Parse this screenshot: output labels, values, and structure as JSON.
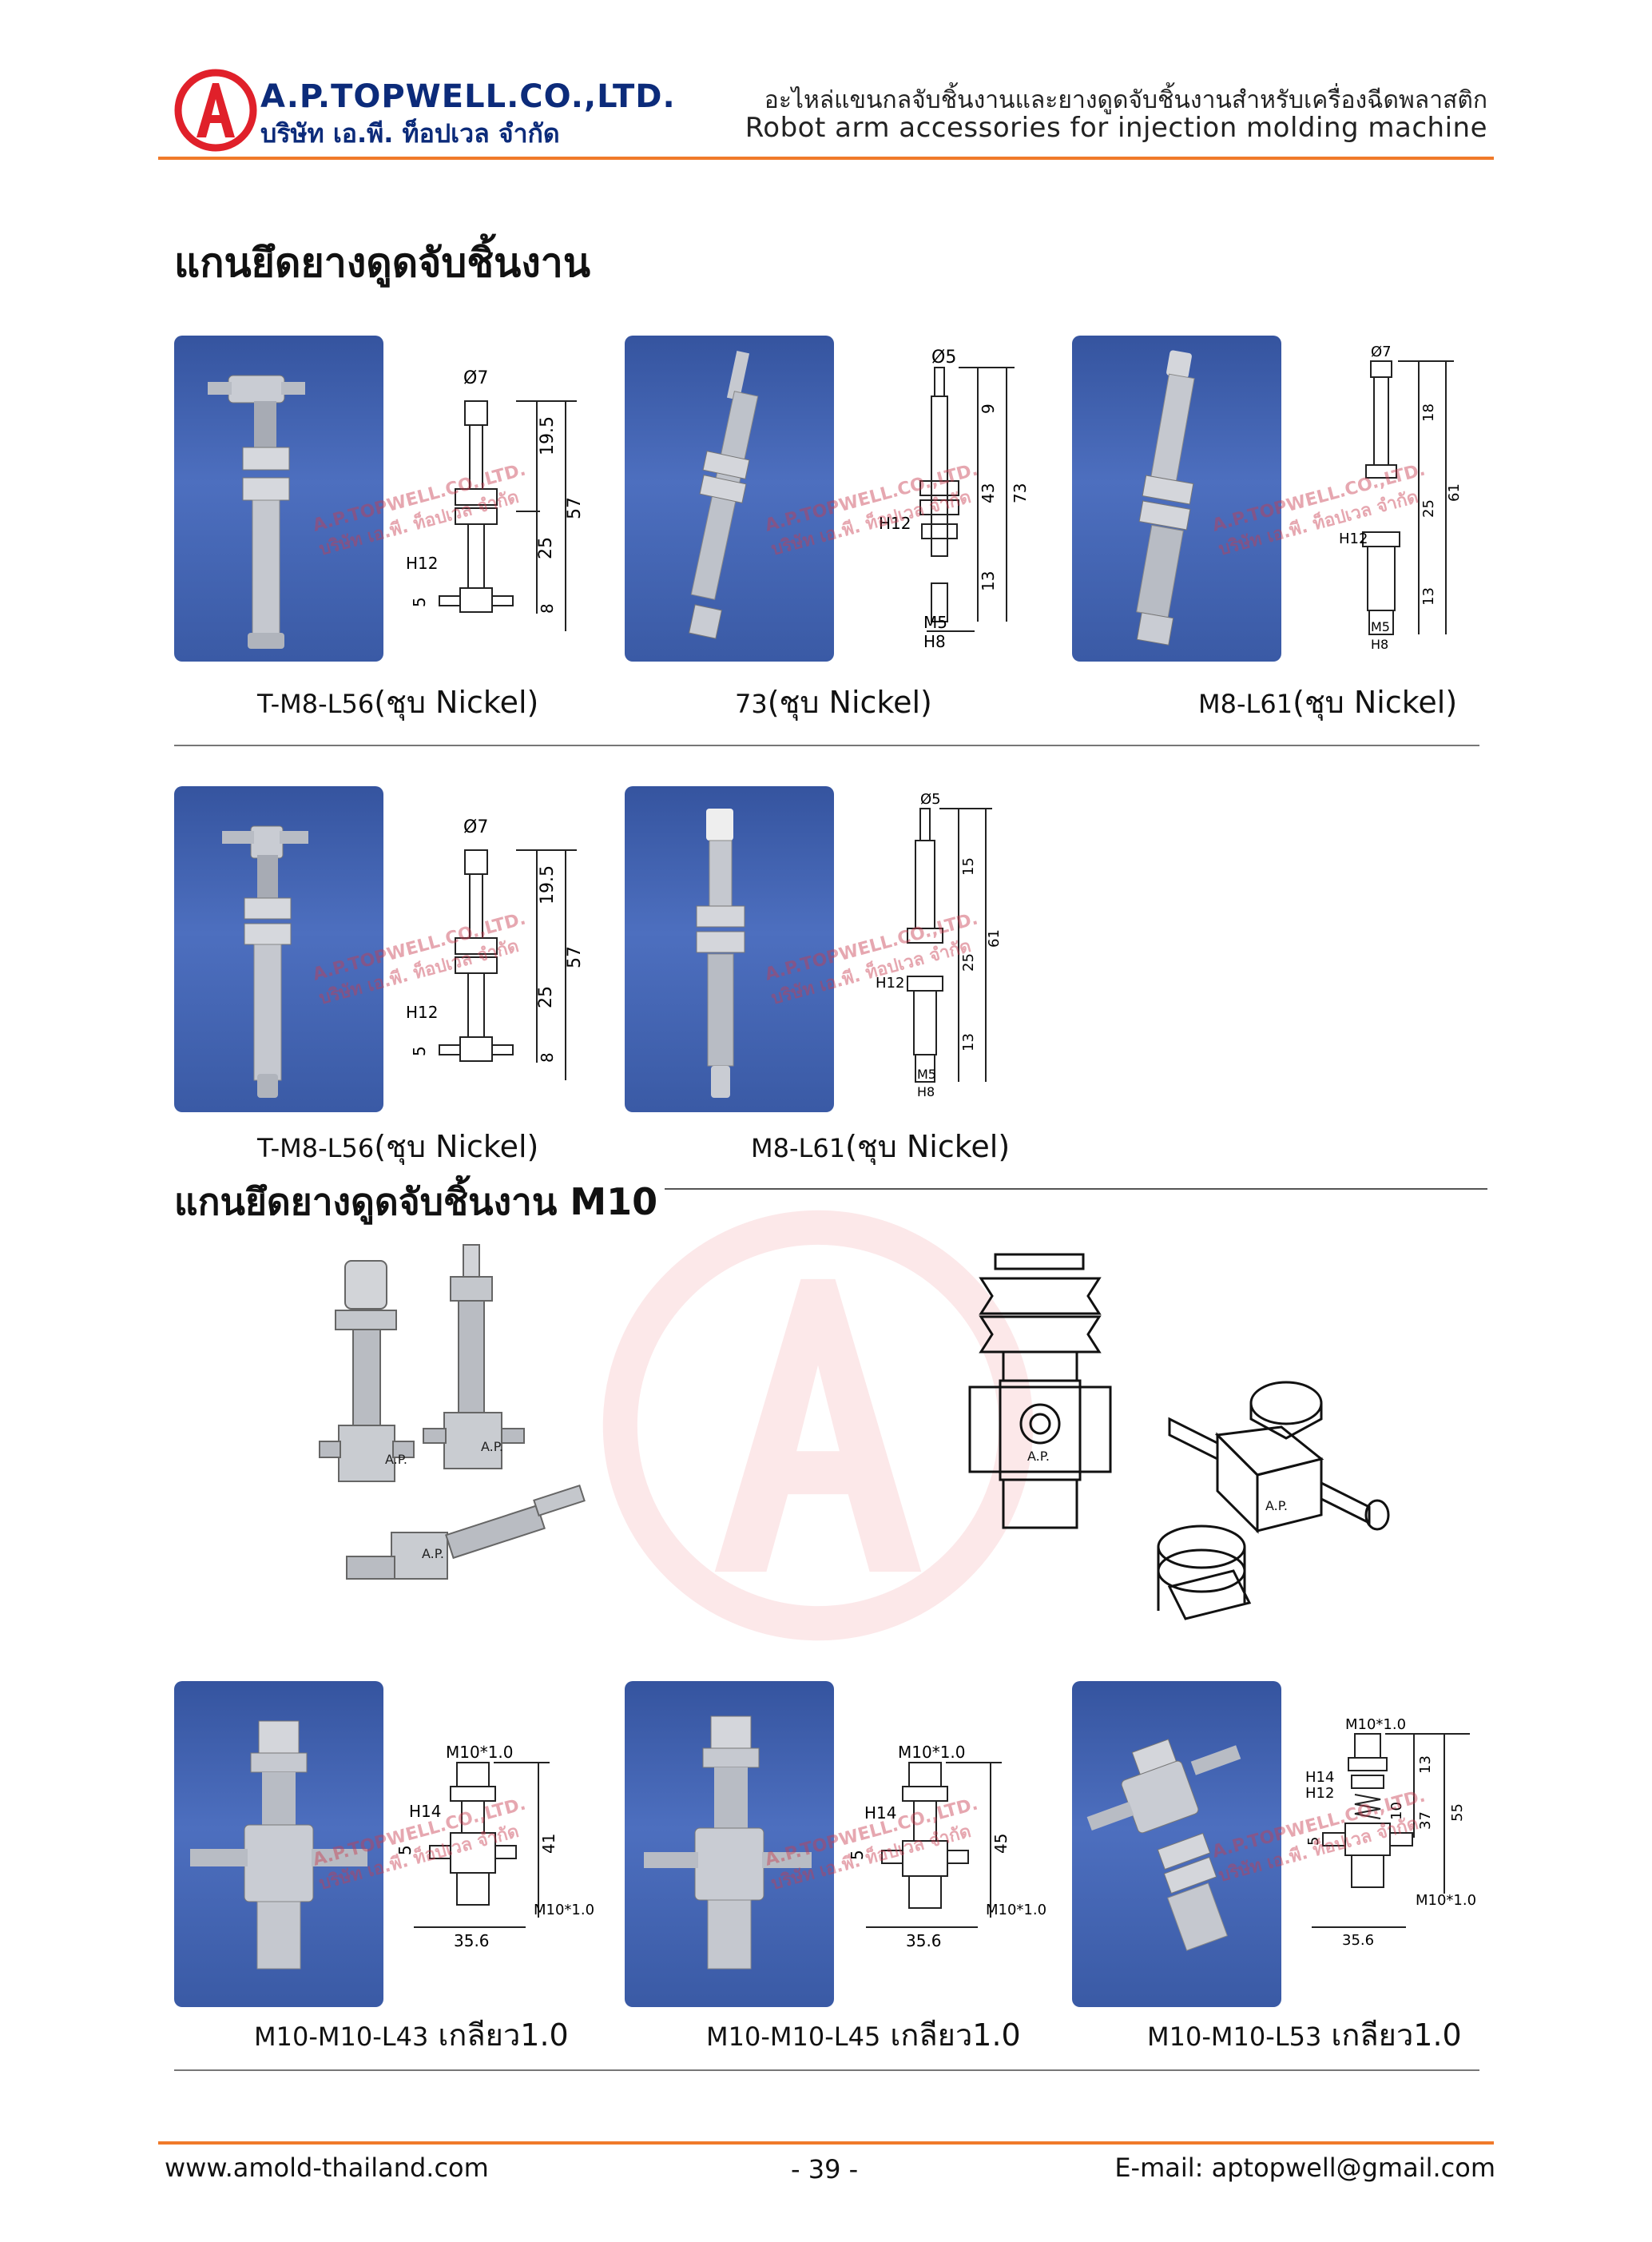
{
  "header": {
    "company_en": "A.P.TOPWELL.CO.,LTD.",
    "company_th": "บริษัท เอ.พี. ท็อปเวล จำกัด",
    "tagline_th": "อะไหล่แขนกลจับชิ้นงานและยางดูดจับชิ้นงานสำหรับเครื่องฉีดพลาสติก",
    "tagline_en": "Robot arm accessories for injection molding machine",
    "logo_letter": "A",
    "accent_color": "#f07a2a",
    "brand_color": "#e0202a"
  },
  "section1": {
    "title": "แกนยึดยางดูดจับชิ้นงาน",
    "products": [
      {
        "code": "T-M8-L56",
        "finish": "(ชุบ Nickel)",
        "dims": [
          "Ø7",
          "19.5",
          "57",
          "25",
          "H12",
          "5",
          "8"
        ]
      },
      {
        "code": "73",
        "finish": "(ชุบ Nickel)",
        "dims": [
          "Ø5",
          "9",
          "73",
          "43",
          "H12",
          "13",
          "M5",
          "H8"
        ]
      },
      {
        "code": "M8-L61",
        "finish": "(ชุบ Nickel)",
        "dims": [
          "Ø7",
          "18",
          "61",
          "25",
          "H12",
          "13",
          "M5",
          "H8"
        ]
      },
      {
        "code": "T-M8-L56",
        "finish": "(ชุบ Nickel)",
        "dims": [
          "Ø7",
          "19.5",
          "57",
          "25",
          "H12",
          "5",
          "8"
        ]
      },
      {
        "code": "M8-L61",
        "finish": "(ชุบ Nickel)",
        "dims": [
          "Ø5",
          "15",
          "61",
          "25",
          "H12",
          "13",
          "M5",
          "H8"
        ]
      }
    ]
  },
  "section2": {
    "title": "แกนยึดยางดูดจับชิ้นงาน M10",
    "part_marking": "A.P.",
    "products": [
      {
        "code": "M10-M10-L43",
        "thread": "เกลียว1.0",
        "dims": [
          "M10*1.0",
          "H14",
          "41",
          "5",
          "M10*1.0",
          "35.6"
        ]
      },
      {
        "code": "M10-M10-L45",
        "thread": "เกลียว1.0",
        "dims": [
          "M10*1.0",
          "H14",
          "45",
          "5",
          "M10*1.0",
          "35.6"
        ]
      },
      {
        "code": "M10-M10-L53",
        "thread": "เกลียว1.0",
        "dims": [
          "M10*1.0",
          "H14",
          "H12",
          "13",
          "10",
          "55",
          "37",
          "5",
          "M10*1.0",
          "35.6"
        ]
      }
    ]
  },
  "watermark": {
    "line1": "A.P.TOPWELL.CO.,LTD.",
    "line2": "บริษัท เอ.พี. ท็อปเวล จำกัด"
  },
  "footer": {
    "website": "www.amold-thailand.com",
    "page": "- 39 -",
    "email": "E-mail: aptopwell@gmail.com"
  }
}
